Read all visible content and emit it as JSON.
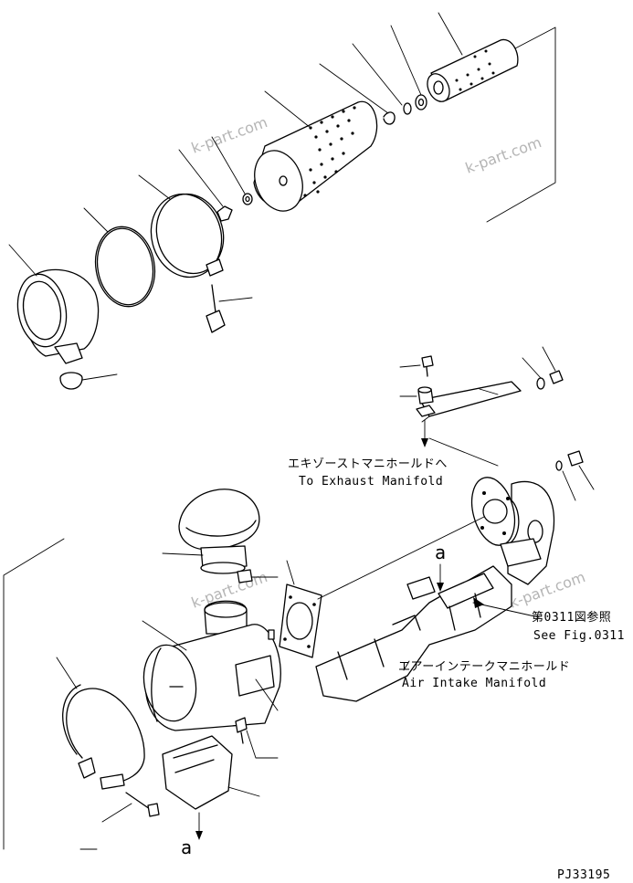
{
  "labels": {
    "exhaust_jp": "エキゾーストマニホールドへ",
    "exhaust_en": "To Exhaust Manifold",
    "fig_ref_jp": "第0311図参照",
    "fig_ref_en": "See Fig.0311",
    "intake_jp": "エアーインテークマニホールド",
    "intake_en": "Air Intake Manifold",
    "view_a_top": "a",
    "view_a_bottom": "a",
    "drawing_code": "PJ33195"
  },
  "watermarks": [
    "k-part.com",
    "k-part.com",
    "k-part.com",
    "k-part.com"
  ]
}
